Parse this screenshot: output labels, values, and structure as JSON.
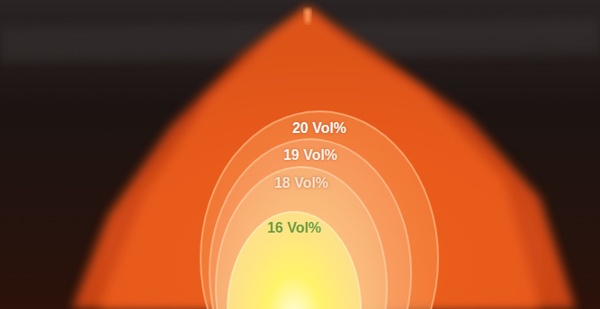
{
  "diagram": {
    "nodes": [
      {
        "text": [
          "20 Vol%"
        ]
      },
      {
        "text": [
          "19 Vol%"
        ],
        "in": 0
      },
      {
        "text": [
          "18 Vol%"
        ],
        "in": 1
      },
      {
        "text": [
          "16 Vol%"
        ],
        "in": 2
      }
    ]
  }
}
